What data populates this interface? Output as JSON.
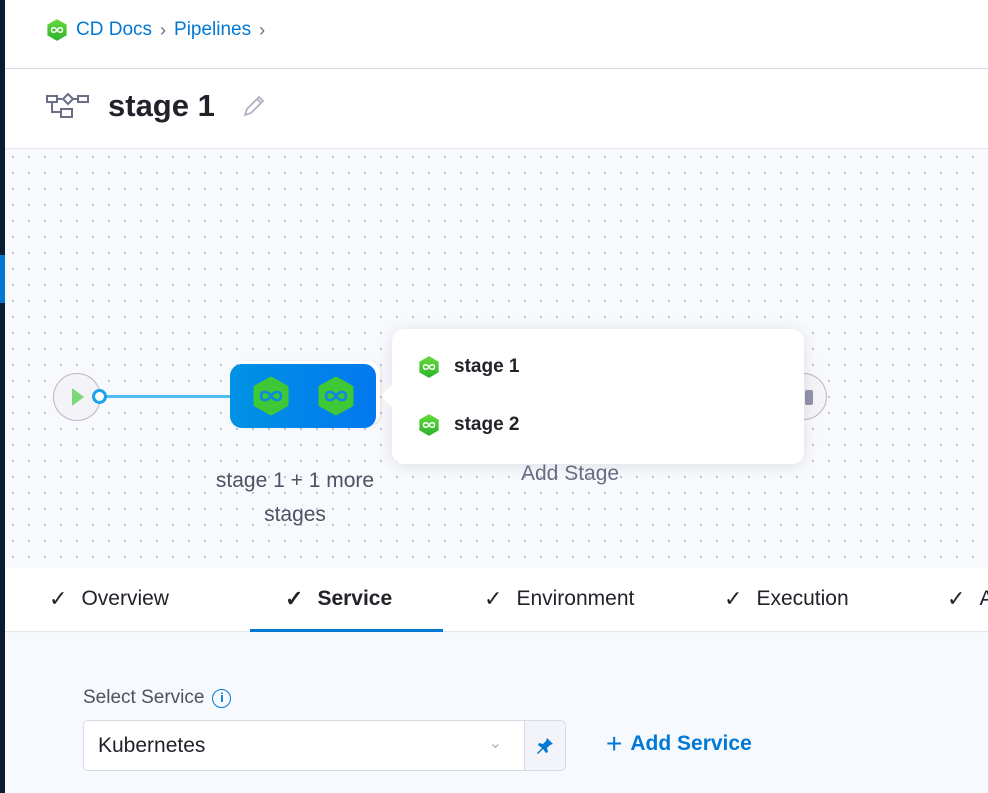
{
  "breadcrumb": {
    "items": [
      "CD Docs",
      "Pipelines"
    ]
  },
  "header": {
    "title": "stage 1"
  },
  "canvas": {
    "group_label": "stage 1 + 1 more stages",
    "add_stage": "Add Stage"
  },
  "popover": {
    "items": [
      "stage 1",
      "stage 2"
    ]
  },
  "tabs": {
    "items": [
      "Overview",
      "Service",
      "Environment",
      "Execution",
      "A"
    ],
    "active": "Service",
    "check": "✓"
  },
  "service": {
    "label": "Select Service",
    "selected": "Kubernetes",
    "add_label": "Add Service",
    "plus": "+",
    "info": "i"
  },
  "colors": {
    "accent": "#0278d5",
    "stage_green": "#46c83a",
    "sidebar": "#0b1b33"
  }
}
